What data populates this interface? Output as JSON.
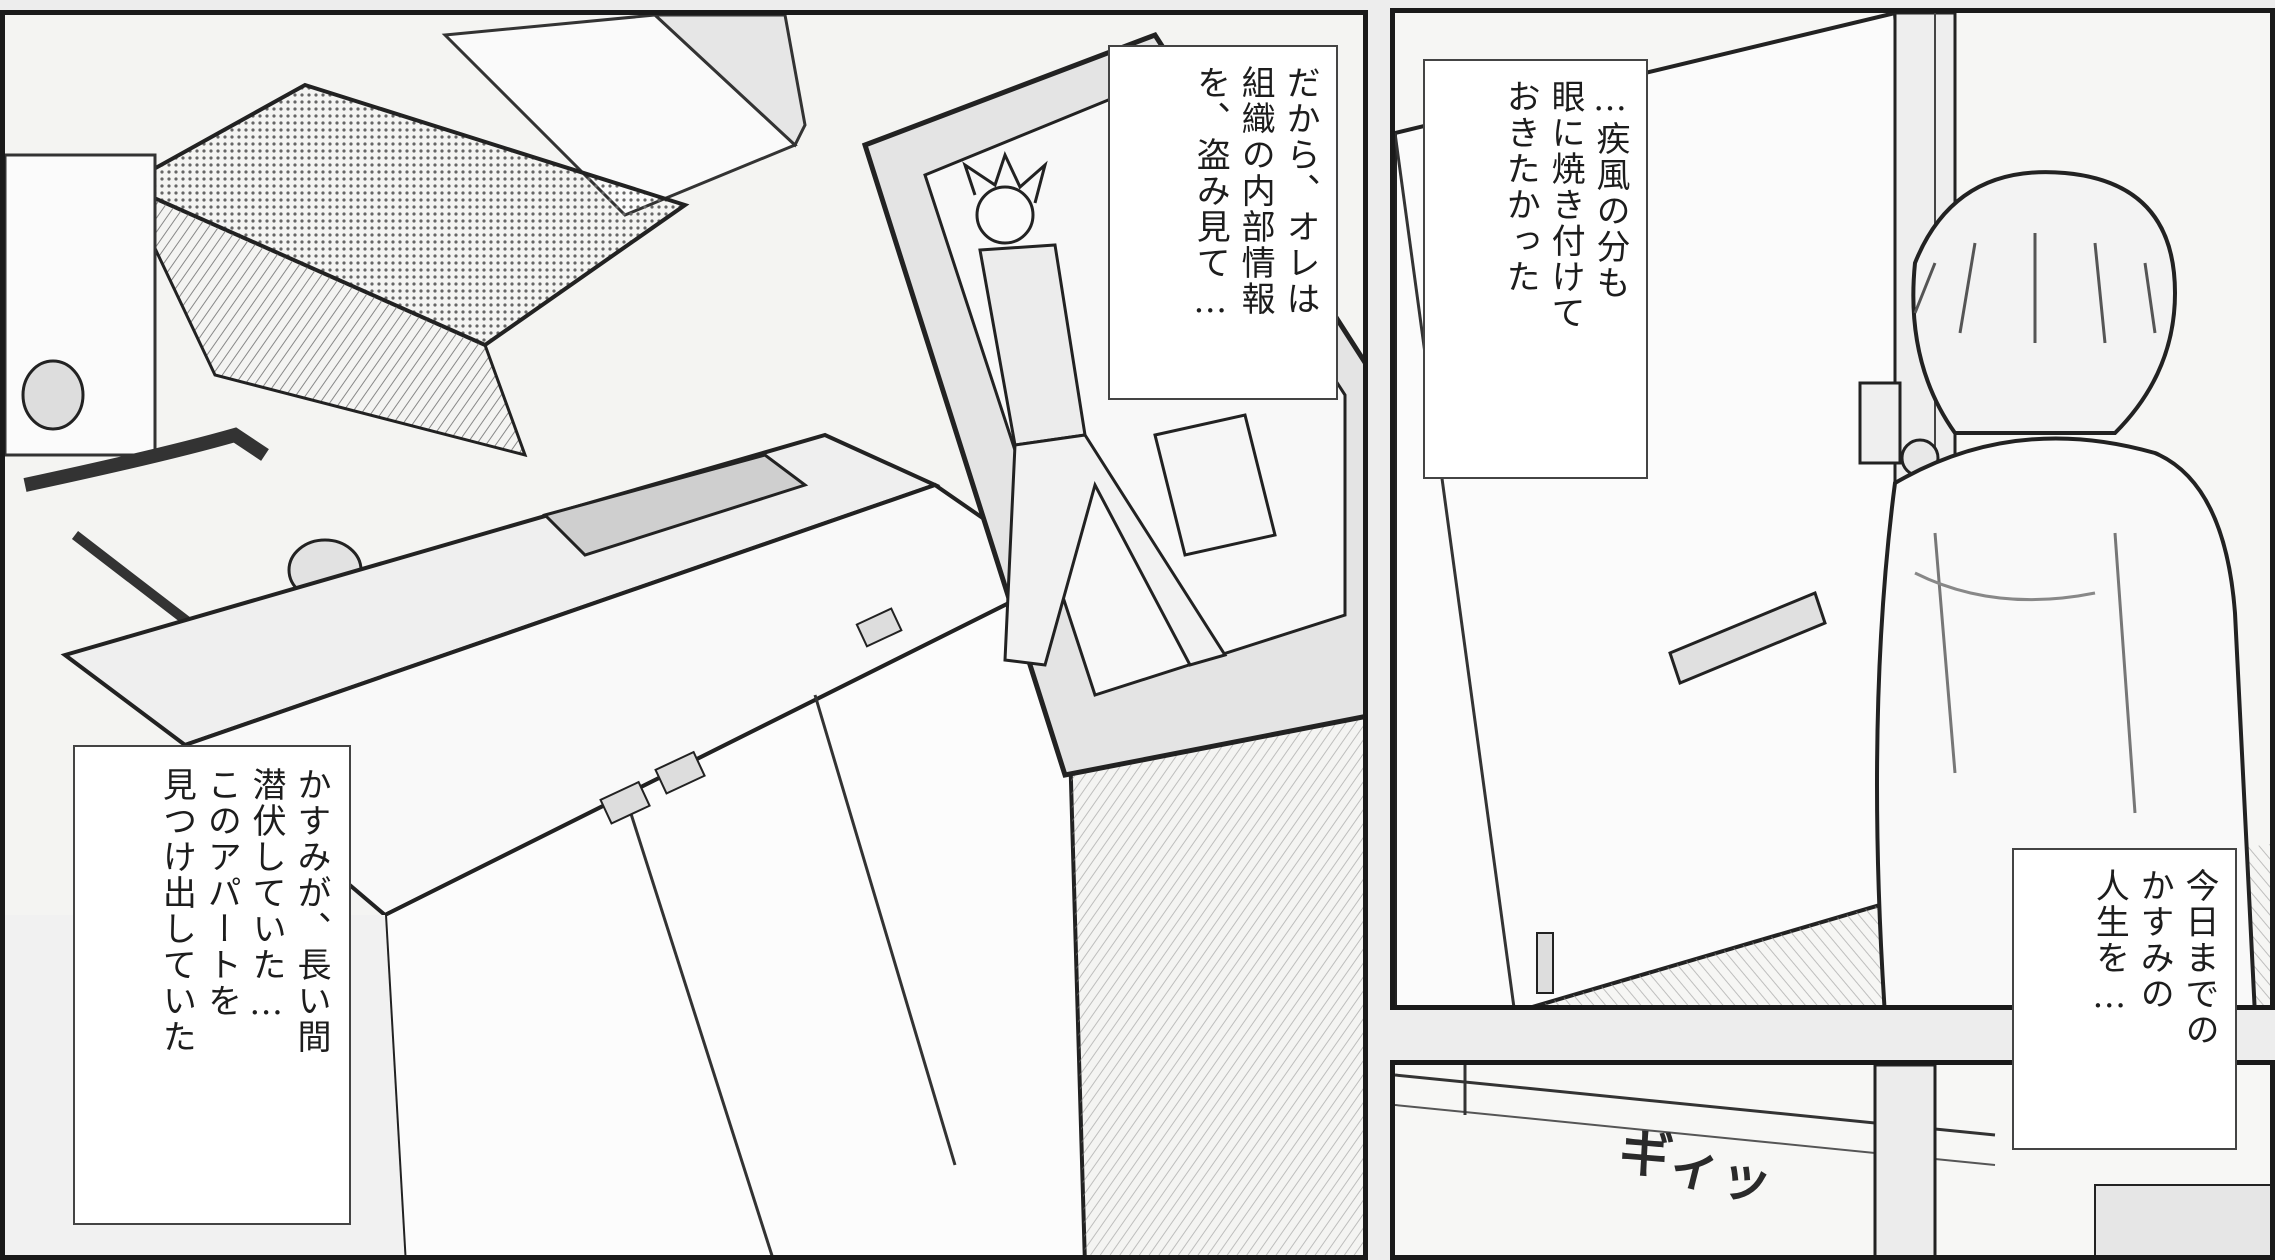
{
  "panels": {
    "kitchen": {
      "caption_top": [
        "だから、オレは",
        "組織の内部情報",
        "を、盗み見て…"
      ],
      "caption_bottom": [
        "かすみが、長い間",
        "潜伏していた…",
        "このアパートを",
        "見つけ出していた"
      ]
    },
    "door": {
      "caption": [
        "…疾風の分も",
        "眼に焼き付けて",
        "おきたかった"
      ]
    },
    "bottom_right": {
      "caption": [
        "今日までの",
        "かすみの",
        "人生を…"
      ],
      "sfx": "ギィッ"
    }
  },
  "colors": {
    "ink": "#1a1a1a",
    "paper": "#f7f7f5",
    "tone": "#cfcfcf"
  }
}
